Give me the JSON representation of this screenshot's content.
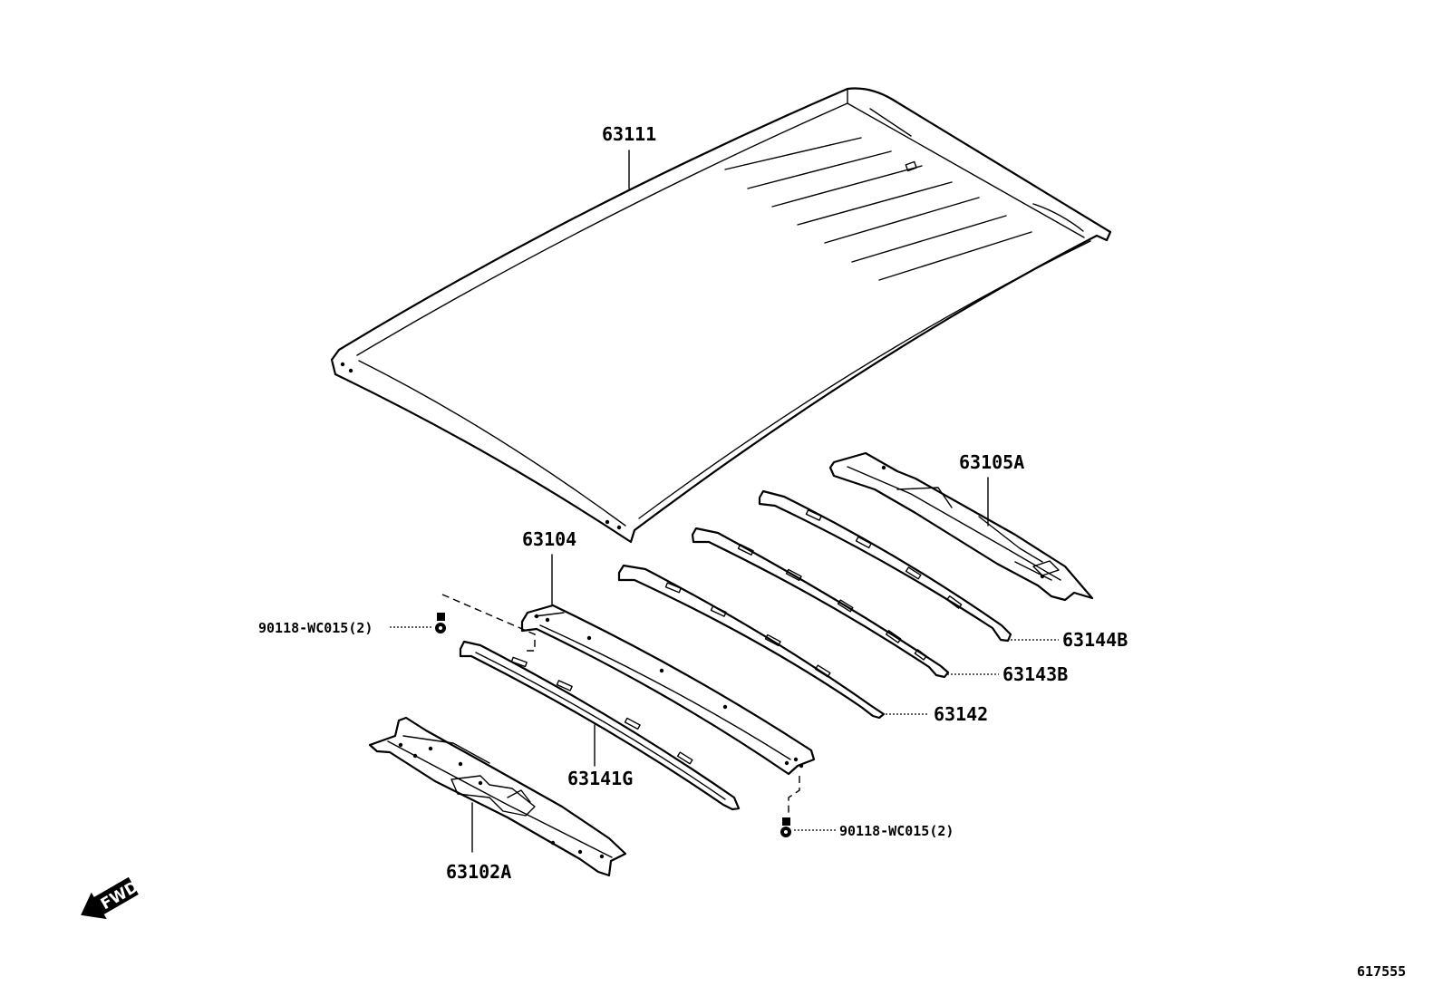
{
  "labels": {
    "roof_panel": "63111",
    "rear_header": "63105A",
    "front_header_panel": "63104",
    "front_rail": "63102A",
    "bow_front": "63141G",
    "bow_2": "63142",
    "bow_3": "63143B",
    "bow_4": "63144B",
    "bolt_left": "90118-WC015(2)",
    "bolt_right": "90118-WC015(2)"
  },
  "direction_arrow": "FWD",
  "figure_number": "617555"
}
